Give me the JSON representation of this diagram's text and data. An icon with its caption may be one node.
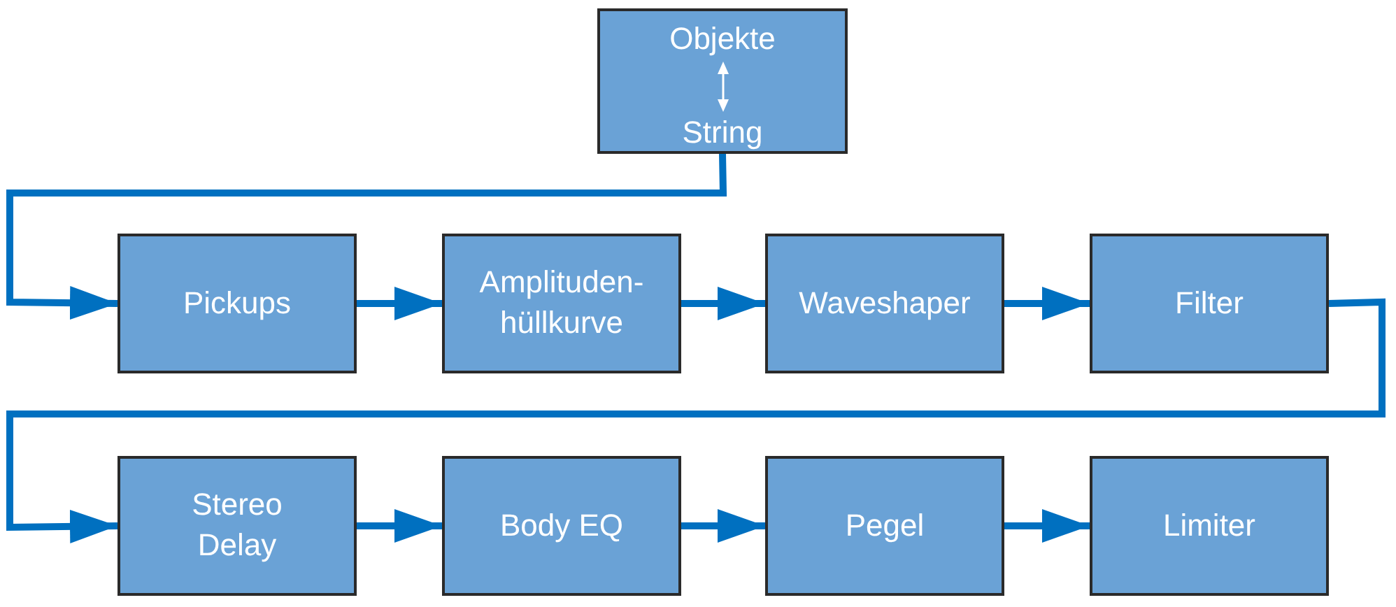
{
  "diagram": {
    "nodes": [
      {
        "text": [
          "Objekte",
          "String"
        ]
      },
      {
        "text": [
          "Pickups"
        ]
      },
      {
        "text": [
          "Amplituden-hüllkurve"
        ]
      },
      {
        "text": [
          "Waveshaper"
        ]
      },
      {
        "text": [
          "Filter"
        ]
      },
      {
        "text": [
          "Stereo Delay"
        ]
      },
      {
        "text": [
          "Body EQ"
        ]
      },
      {
        "text": [
          "Pegel"
        ]
      },
      {
        "text": [
          "Limiter"
        ]
      }
    ],
    "edges": [
      {
        "from": 0,
        "to": 1,
        "arrow": "to"
      },
      {
        "from": 1,
        "to": 2,
        "arrow": "to"
      },
      {
        "from": 2,
        "to": 3,
        "arrow": "to"
      },
      {
        "from": 3,
        "to": 4,
        "arrow": "to"
      },
      {
        "from": 4,
        "to": 5,
        "arrow": "to"
      },
      {
        "from": 5,
        "to": 6,
        "arrow": "to"
      },
      {
        "from": 6,
        "to": 7,
        "arrow": "to"
      },
      {
        "from": 7,
        "to": 8,
        "arrow": "to"
      }
    ]
  }
}
